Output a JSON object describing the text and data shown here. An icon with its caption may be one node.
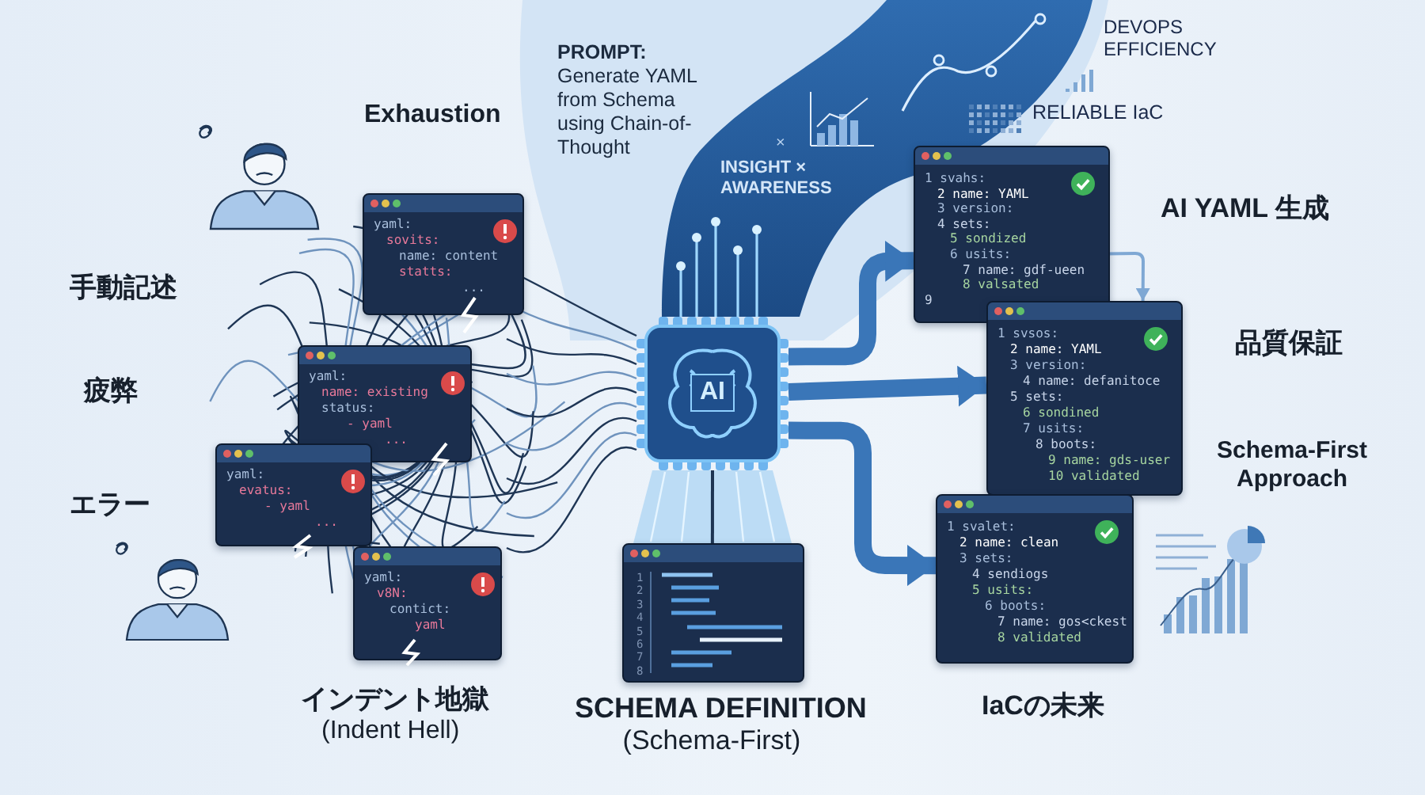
{
  "diagram": {
    "nodes": [
      {
        "text": [
          "yaml:",
          "sovits:",
          "name: content",
          "statts:",
          "..."
        ]
      },
      {
        "text": [
          "yaml:",
          "name: existing",
          "status:",
          "- yaml",
          "..."
        ]
      },
      {
        "text": [
          "yaml:",
          "evatus:",
          "- yaml",
          "..."
        ]
      },
      {
        "text": [
          "yaml:",
          "v8N:",
          "contict:",
          "yaml"
        ]
      },
      {
        "text": [
          "AI"
        ]
      },
      {
        "text": [
          "1",
          "2",
          "3",
          "4",
          "5",
          "6",
          "7",
          "8"
        ],
        "beside": [
          "SCHEMA DEFINITION",
          "(Schema-First)"
        ]
      },
      {
        "text": [
          "1 svahs:",
          "2 name: YAML",
          "3 version:",
          "4 sets:",
          "5 sondized",
          "6 usits:",
          "7 name: gdf-ueen",
          "8 valsated",
          "9"
        ]
      },
      {
        "text": [
          "1 svsos:",
          "2 name: YAML",
          "3 version:",
          "4 name: defanitoce",
          "5 sets:",
          "6 sondined",
          "7 usits:",
          "8 boots:",
          "9 name: gds-user",
          "10 validated"
        ]
      },
      {
        "text": [
          "1 svalet:",
          "2 name: clean",
          "3 sets:",
          "4 sendiogs",
          "5 usits:",
          "6 boots:",
          "7 name: gos<ckest",
          "8 validated"
        ]
      }
    ],
    "edges": [
      {
        "from": 4,
        "to": 6,
        "arrow": "to"
      },
      {
        "from": 4,
        "to": 7,
        "arrow": "to"
      },
      {
        "from": 4,
        "to": 8,
        "arrow": "to"
      },
      {
        "from": 6,
        "to": 7,
        "arrow": "to",
        "color": "#7fa8d4"
      },
      {
        "from": 5,
        "to": 4,
        "arrow": "none",
        "color": "#1e3553"
      }
    ],
    "labels": [
      "**PROMPT:** Generate YAML from Schema using Chain-of-Thought",
      "DEVOPS EFFICIENCY",
      "RELIABLE IaC",
      "Exhaustion",
      "×",
      "INSIGHT × AWARENESS",
      "AI YAML 生成",
      "手動記述",
      "品質保証",
      "疲弊",
      "Schema-First Approach",
      "エラー",
      "インデント地獄",
      "(Indent Hell)",
      "IaCの未来"
    ]
  }
}
